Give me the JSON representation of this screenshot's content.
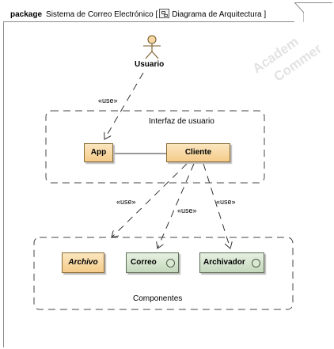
{
  "diagram": {
    "keyword": "package",
    "package_name": "Sistema de Correo Electrónico",
    "bracket_open": "[",
    "diagram_name": "Diagrama de Arquitectura",
    "bracket_close": "]",
    "diagram_icon": "diagram-icon",
    "watermark": [
      "Academ",
      "Commer"
    ]
  },
  "actor": {
    "name": "Usuario",
    "icon": "stick-figure-actor"
  },
  "groups": [
    {
      "id": "interfaz",
      "label": "Interfaz de usuario"
    },
    {
      "id": "componentes",
      "label": "Componentes"
    }
  ],
  "components": [
    {
      "id": "app",
      "label": "App",
      "style": "beige"
    },
    {
      "id": "cliente",
      "label": "Cliente",
      "style": "beige"
    },
    {
      "id": "archivo",
      "label": "Archivo",
      "style": "beige-italic"
    },
    {
      "id": "correo",
      "label": "Correo",
      "style": "green-interface"
    },
    {
      "id": "archivador",
      "label": "Archivador",
      "style": "green-interface"
    }
  ],
  "relations": [
    {
      "from": "Usuario",
      "to": "App",
      "label": "«use»",
      "type": "dependency"
    },
    {
      "from": "App",
      "to": "Cliente",
      "label": "",
      "type": "association"
    },
    {
      "from": "Cliente",
      "to": "Archivo",
      "label": "«use»",
      "type": "dependency"
    },
    {
      "from": "Cliente",
      "to": "Correo",
      "label": "«use»",
      "type": "dependency"
    },
    {
      "from": "Cliente",
      "to": "Archivador",
      "label": "«use»",
      "type": "dependency"
    }
  ],
  "colors": {
    "component_fill": "#f5cc8a",
    "interface_fill": "#c5d9bd",
    "frame_border": "#8a8a8a",
    "watermark": "#e2e2e2"
  }
}
